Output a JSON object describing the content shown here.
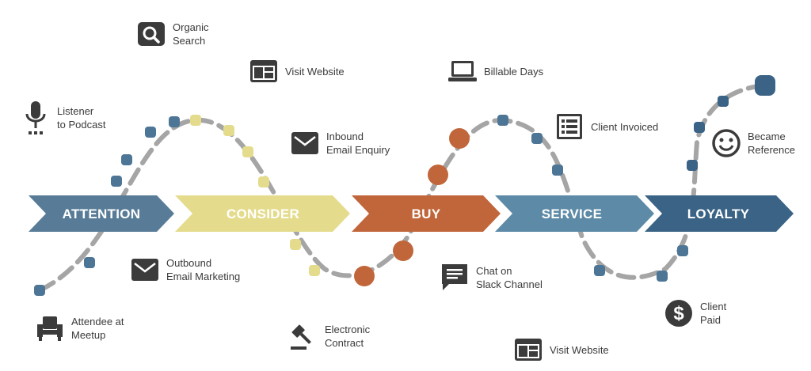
{
  "colors": {
    "attention": "#587c97",
    "consider": "#e4dc8c",
    "buy": "#c0663a",
    "service": "#5d8aa7",
    "loyalty": "#3a6386",
    "icon": "#3b3b3b",
    "path": "#a5a5a5"
  },
  "stages": [
    {
      "label": "ATTENTION"
    },
    {
      "label": "CONSIDER"
    },
    {
      "label": "BUY"
    },
    {
      "label": "SERVICE"
    },
    {
      "label": "LOYALTY"
    }
  ],
  "touchpoints": {
    "organic_search": {
      "label": "Organic\nSearch",
      "icon": "magnifier-icon"
    },
    "visit_website_top": {
      "label": "Visit Website",
      "icon": "browser-window-icon"
    },
    "billable_days": {
      "label": "Billable Days",
      "icon": "laptop-icon"
    },
    "listener_podcast": {
      "label": "Listener\nto Podcast",
      "icon": "microphone-icon"
    },
    "inbound_email": {
      "label": "Inbound\nEmail Enquiry",
      "icon": "envelope-icon"
    },
    "client_invoiced": {
      "label": "Client Invoiced",
      "icon": "invoice-icon"
    },
    "became_reference": {
      "label": "Became\nReference",
      "icon": "smiley-icon"
    },
    "outbound_email": {
      "label": "Outbound\nEmail Marketing",
      "icon": "envelope-icon"
    },
    "chat_slack": {
      "label": "Chat on\nSlack Channel",
      "icon": "chat-bubble-icon"
    },
    "attendee_meetup": {
      "label": "Attendee at\nMeetup",
      "icon": "armchair-icon"
    },
    "electronic_contract": {
      "label": "Electronic\nContract",
      "icon": "gavel-icon"
    },
    "visit_website_bottom": {
      "label": "Visit Website",
      "icon": "browser-window-icon"
    },
    "client_paid": {
      "label": "Client\nPaid",
      "icon": "dollar-coin-icon"
    }
  }
}
